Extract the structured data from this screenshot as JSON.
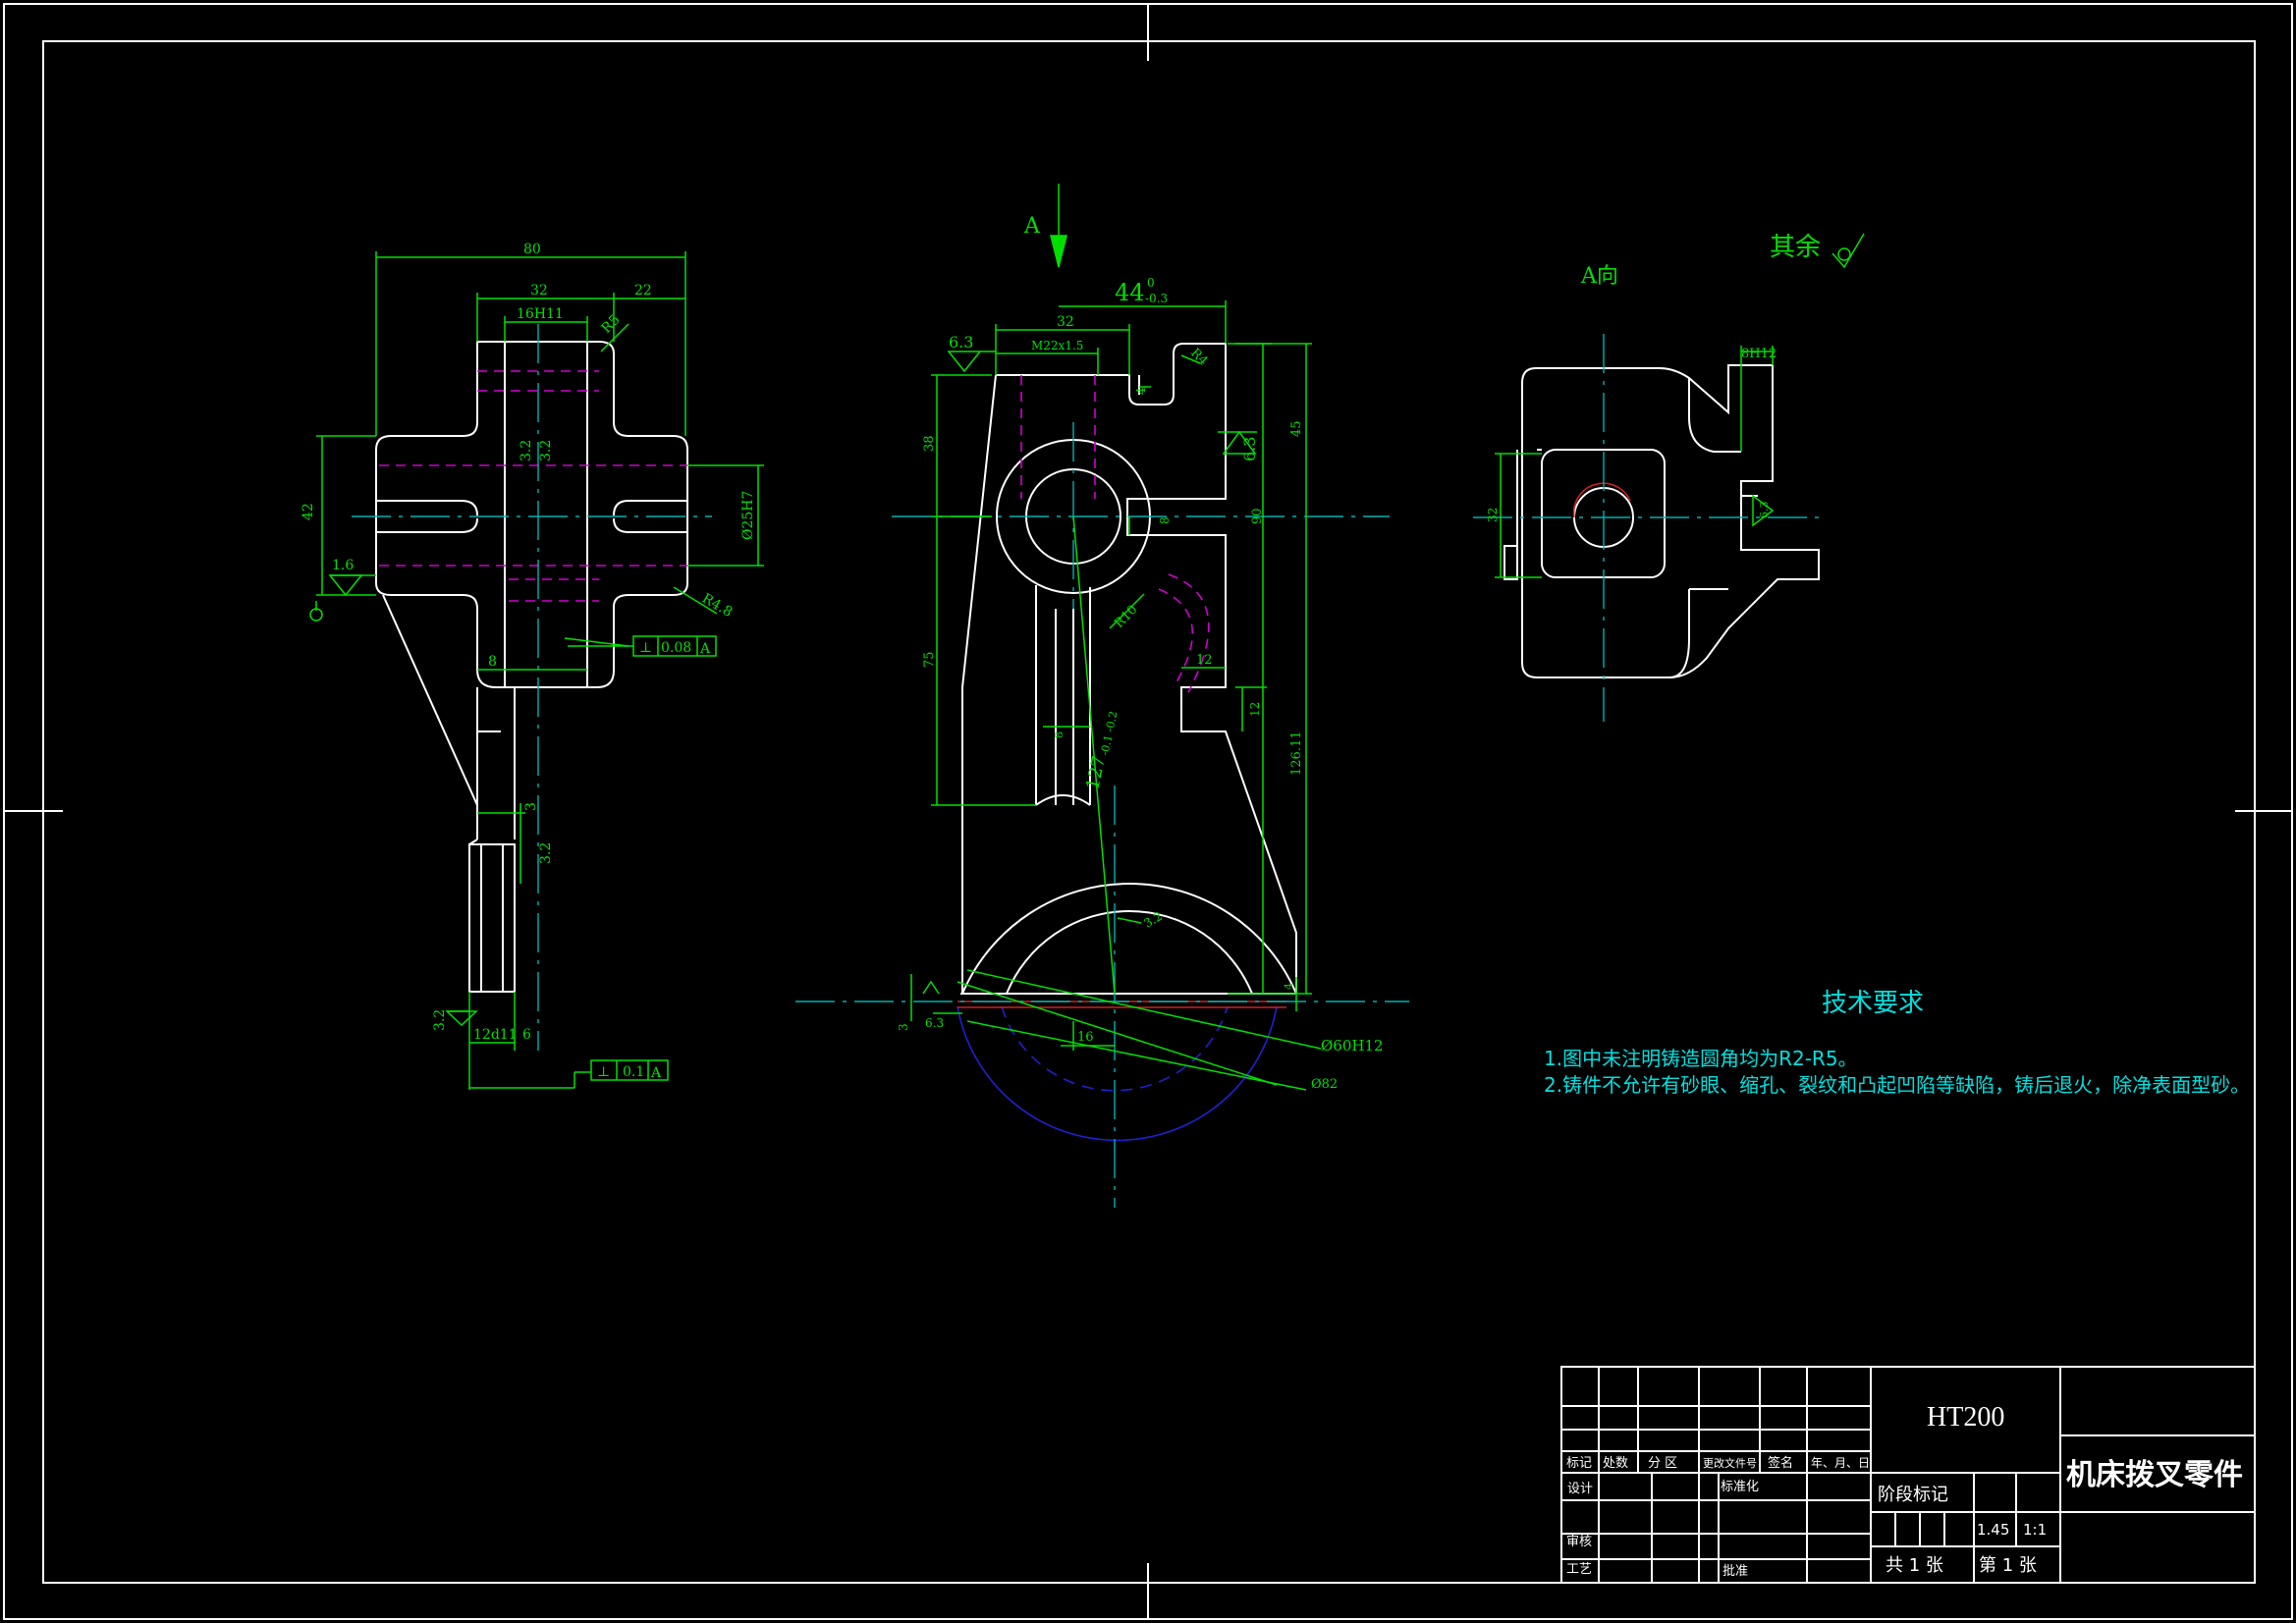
{
  "colors": {
    "background": "#000000",
    "outline": "#ffffff",
    "dimension": "#00e000",
    "center": "#00b0b0",
    "hidden": "#d000d0",
    "note": "#00e0e0"
  },
  "views": {
    "left": {
      "dims": {
        "d80": "80",
        "d32": "32",
        "d22": "22",
        "d16h11": "16H11",
        "r5": "R5",
        "d42": "42",
        "ra16": "1.6",
        "d25h7": "Ø25H7",
        "r48": "R4.8",
        "d32a": "3.2",
        "d32b": "3.2",
        "d8": "8",
        "d3": "3",
        "d12v": "3.2",
        "ra32": "3.2",
        "d12d11": "12d11",
        "d6": "6"
      },
      "tol1": {
        "sym": "⊥",
        "val": "0.08",
        "datum": "A"
      },
      "tol2": {
        "sym": "⊥",
        "val": "0.1",
        "datum": "A"
      }
    },
    "middle": {
      "arrow_label": "A",
      "dims": {
        "d44": "44",
        "d44_up": "0",
        "d44_lo": "-0.3",
        "d32": "32",
        "ra63a": "6.3",
        "m22": "M22x1.5",
        "r4": "R4",
        "d4": "4",
        "d38": "38",
        "ra63b": "6.3",
        "d45": "45",
        "d8": "8",
        "d90": "90",
        "r10": "R10",
        "d12a": "12",
        "d75": "75",
        "d12b": "12",
        "d126": "126.11",
        "d127": "127",
        "d127_tol": "-0.1 -0.2",
        "d8v": "8",
        "d32r": "3.2",
        "d3": "3",
        "ra63c": "6.3",
        "d16": "16",
        "d4b": "4",
        "d60h12": "Ø60H12",
        "d82": "Ø82"
      }
    },
    "right": {
      "label": "A向",
      "dims": {
        "d8h12": "8H12",
        "d32": "32",
        "ra63": "6.3"
      }
    }
  },
  "roughness_note": "其余",
  "tech": {
    "title": "技术要求",
    "lines": [
      "1.图中未注明铸造圆角均为R2-R5。",
      "2.铸件不允许有砂眼、缩孔、裂纹和凸起凹陷等缺陷，铸后退火，除净表面型砂。"
    ]
  },
  "title_block": {
    "material": "HT200",
    "part_name": "机床拨叉零件",
    "h_mark": "标记",
    "h_count": "处数",
    "h_zone": "分 区",
    "h_doc": "更改文件号",
    "h_sign": "签名",
    "h_date": "年、月、日",
    "design": "设计",
    "std": "标准化",
    "review": "审核",
    "process": "工艺",
    "approve": "批准",
    "stage": "阶段标记",
    "weight": "1.45",
    "scale": "1:1",
    "total": "共 1 张",
    "sheet": "第 1 张"
  }
}
